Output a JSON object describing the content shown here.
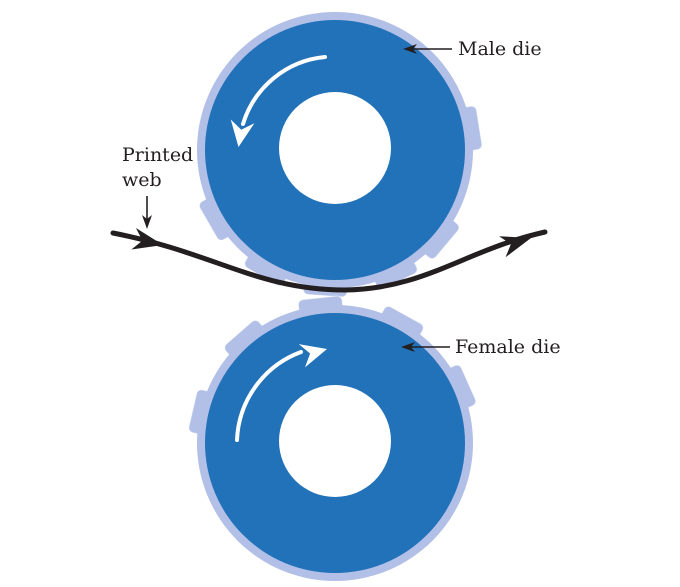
{
  "diagram": {
    "labels": {
      "male_die": "Male die",
      "printed_web_line1": "Printed",
      "printed_web_line2": "web",
      "female_die": "Female die"
    },
    "colors": {
      "die_body_blue": "#2272b9",
      "die_ring_light_blue": "#b2bfe6",
      "web_and_text_black": "#231f20",
      "rotation_arrow_white": "#ffffff",
      "background": "#ffffff"
    }
  }
}
